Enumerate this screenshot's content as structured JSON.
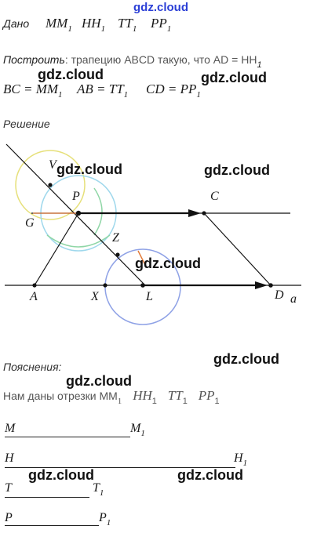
{
  "watermark": "gdz.cloud",
  "given": {
    "label": "Дано",
    "segments": [
      "MM",
      "HH",
      "TT",
      "PP"
    ],
    "sub": "1"
  },
  "construct": {
    "label": "Построить",
    "text": ": трапецию ABCD такую, что AD = HH",
    "sub": "1",
    "line2": "BC = MM",
    "line2b": "AB = TT",
    "line2c": "CD = PP"
  },
  "solution_heading": "Решение",
  "figure": {
    "points": [
      "V",
      "P",
      "C",
      "G",
      "Z",
      "A",
      "X",
      "L",
      "D",
      "a"
    ],
    "colors": {
      "line": "#111111",
      "yellow": "#e6e07a",
      "green": "#8fd6a6",
      "cyan": "#9fd8ec",
      "blue": "#8fa2e6",
      "orange": "#e07a3a"
    }
  },
  "explanation_heading": "Пояснения:",
  "explanation_text": "Нам даны отрезки MM",
  "explanation_segments": [
    "HH",
    "TT",
    "PP"
  ],
  "given_segments": [
    {
      "start": "M",
      "end": "M",
      "end_sub": "1"
    },
    {
      "start": "H",
      "end": "H",
      "end_sub": "1"
    },
    {
      "start": "T",
      "end": "T",
      "end_sub": "1"
    },
    {
      "start": "P",
      "end": "P",
      "end_sub": "1"
    }
  ]
}
